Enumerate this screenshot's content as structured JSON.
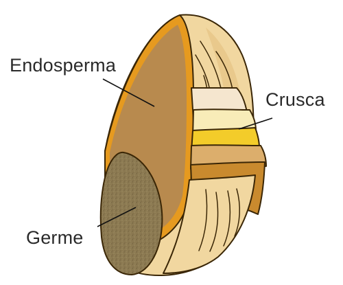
{
  "labels": {
    "endosperma": "Endosperma",
    "crusca": "Crusca",
    "germe": "Germe"
  },
  "colors": {
    "husk": "#f1d7a0",
    "husk_shadow": "#e1bd7c",
    "rim": "#e69a1f",
    "endosperm": "#b88a4e",
    "germ": "#8c7a52",
    "bran_layer_1": "#f5e6cf",
    "bran_layer_2": "#f8ecb8",
    "bran_layer_3": "#f3cc2a",
    "bran_layer_4": "#dcae6c",
    "bran_layer_5": "#c98a2e"
  }
}
